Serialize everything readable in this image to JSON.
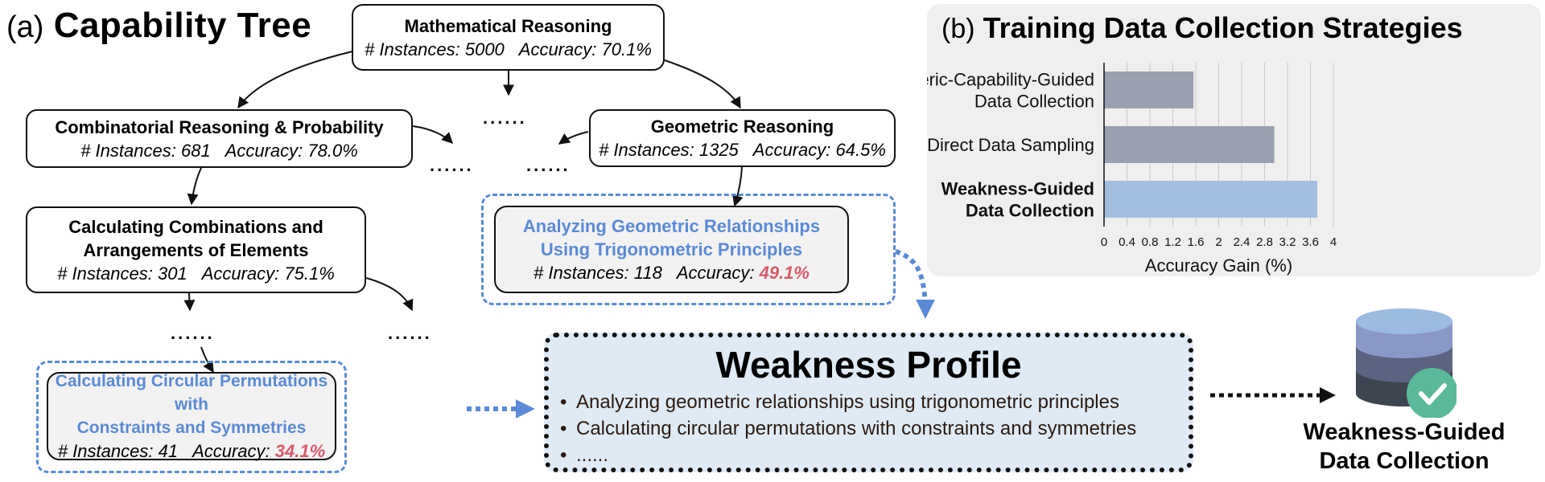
{
  "panel_a": {
    "prefix": "(a)",
    "title": "Capability Tree",
    "ellipsis": "......",
    "nodes": {
      "root": {
        "name": "Mathematical Reasoning",
        "instances_label": "# Instances:",
        "instances": "5000",
        "accuracy_label": "Accuracy:",
        "accuracy": "70.1%"
      },
      "combinatorial": {
        "name": "Combinatorial Reasoning & Probability",
        "instances_label": "# Instances:",
        "instances": "681",
        "accuracy_label": "Accuracy:",
        "accuracy": "78.0%"
      },
      "geometric": {
        "name": "Geometric Reasoning",
        "instances_label": "# Instances:",
        "instances": "1325",
        "accuracy_label": "Accuracy:",
        "accuracy": "64.5%"
      },
      "combinations": {
        "name_line1": "Calculating Combinations and",
        "name_line2": "Arrangements of Elements",
        "instances_label": "# Instances:",
        "instances": "301",
        "accuracy_label": "Accuracy:",
        "accuracy": "75.1%"
      },
      "trig": {
        "name_line1": "Analyzing Geometric Relationships",
        "name_line2": "Using Trigonometric Principles",
        "instances_label": "# Instances:",
        "instances": "118",
        "accuracy_label": "Accuracy:",
        "accuracy": "49.1%"
      },
      "circular": {
        "name_line1": "Calculating Circular Permutations with",
        "name_line2": "Constraints and Symmetries",
        "instances_label": "# Instances:",
        "instances": "41",
        "accuracy_label": "Accuracy:",
        "accuracy": "34.1%"
      }
    }
  },
  "weakness_profile": {
    "title": "Weakness Profile",
    "items": [
      "Analyzing geometric relationships using trigonometric principles",
      "Calculating circular permutations with constraints and symmetries",
      "......"
    ]
  },
  "database": {
    "icon": "database-check-icon",
    "label_line1": "Weakness-Guided",
    "label_line2": "Data Collection"
  },
  "panel_b": {
    "prefix": "(b)",
    "title": "Training Data Collection Strategies"
  },
  "colors": {
    "accent_blue": "#5b8ad6",
    "weak_red": "#d9596a",
    "bar_gray": "#9aa0b0",
    "bar_blue": "#a3bfe0",
    "profile_bg": "#dfeaf5",
    "check_green": "#5bb89a"
  },
  "chart_data": {
    "type": "bar",
    "orientation": "horizontal",
    "title": "Training Data Collection Strategies",
    "categories": [
      [
        "Generic-Capability-Guided",
        "Data Collection"
      ],
      [
        "Direct Data Sampling"
      ],
      [
        "Weakness-Guided",
        "Data Collection"
      ]
    ],
    "category_bold": [
      false,
      false,
      true
    ],
    "values": [
      1.56,
      2.97,
      3.72
    ],
    "bar_colors": [
      "#9aa0b0",
      "#9aa0b0",
      "#a3bfe0"
    ],
    "xlabel": "Accuracy Gain (%)",
    "xlim": [
      0,
      4
    ],
    "xticks": [
      "0",
      "0.4",
      "0.8",
      "1.2",
      "1.6",
      "2",
      "2.4",
      "2.8",
      "3.2",
      "3.6",
      "4"
    ],
    "xtick_values": [
      0,
      0.4,
      0.8,
      1.2,
      1.6,
      2,
      2.4,
      2.8,
      3.2,
      3.6,
      4
    ],
    "grid": "vertical",
    "legend": "none"
  }
}
